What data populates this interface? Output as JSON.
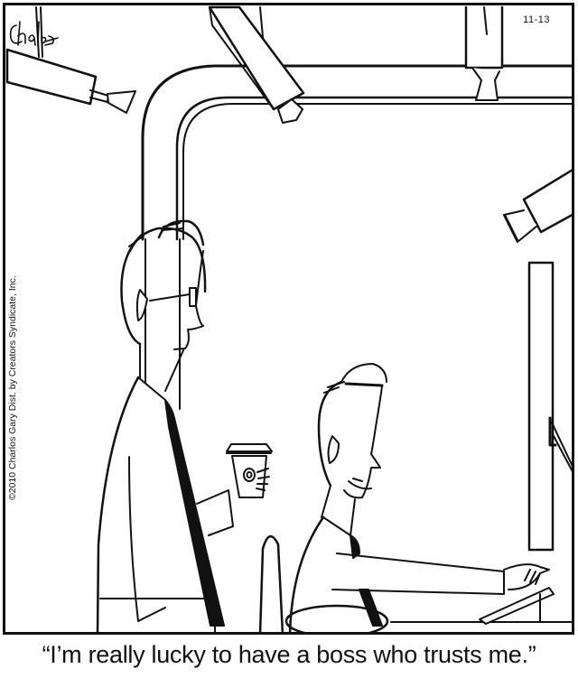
{
  "comic": {
    "date_stamp": "11-13",
    "copyright": "©2010 Charlos Gary  Dist. by Creators Syndicate, Inc.",
    "signature": "Charles",
    "caption": "“I’m really lucky to have a boss who trusts me.”"
  },
  "scene": {
    "description": "Office with multiple surveillance cameras mounted on ceiling pipes; a boss with glasses holding a coffee cup stands behind a smiling seated employee at a computer monitor.",
    "elements": [
      "security-camera-left",
      "security-camera-top-center",
      "security-camera-top-right",
      "security-camera-right-wall",
      "ceiling-pipe",
      "boss-figure",
      "coffee-cup",
      "employee-figure",
      "computer-monitor",
      "desk",
      "chair"
    ]
  },
  "colors": {
    "ink": "#111111",
    "paper": "#ffffff"
  }
}
